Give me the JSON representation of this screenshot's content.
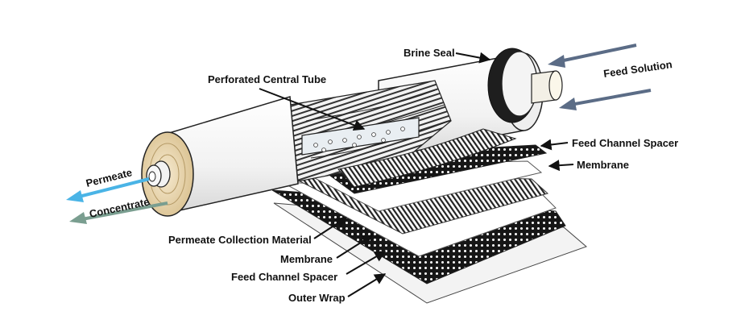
{
  "diagram": {
    "labels": {
      "brine_seal": "Brine Seal",
      "feed_solution": "Feed Solution",
      "perforated_central_tube": "Perforated Central Tube",
      "feed_channel_spacer_top": "Feed Channel Spacer",
      "membrane_top": "Membrane",
      "permeate": "Permeate",
      "concentrate": "Concentrate",
      "permeate_collection_material": "Permeate Collection Material",
      "membrane_bottom": "Membrane",
      "feed_channel_spacer_bottom": "Feed Channel Spacer",
      "outer_wrap": "Outer Wrap"
    },
    "colors": {
      "feed_arrow": "#5b6c86",
      "permeate_arrow": "#4ab4e6",
      "concentrate_arrow": "#7a9e90",
      "cartridge_body": "#f4f4f4",
      "end_cap": "#e9d7b0",
      "brine_seal": "#1e1e1e",
      "outline": "#222222"
    }
  }
}
